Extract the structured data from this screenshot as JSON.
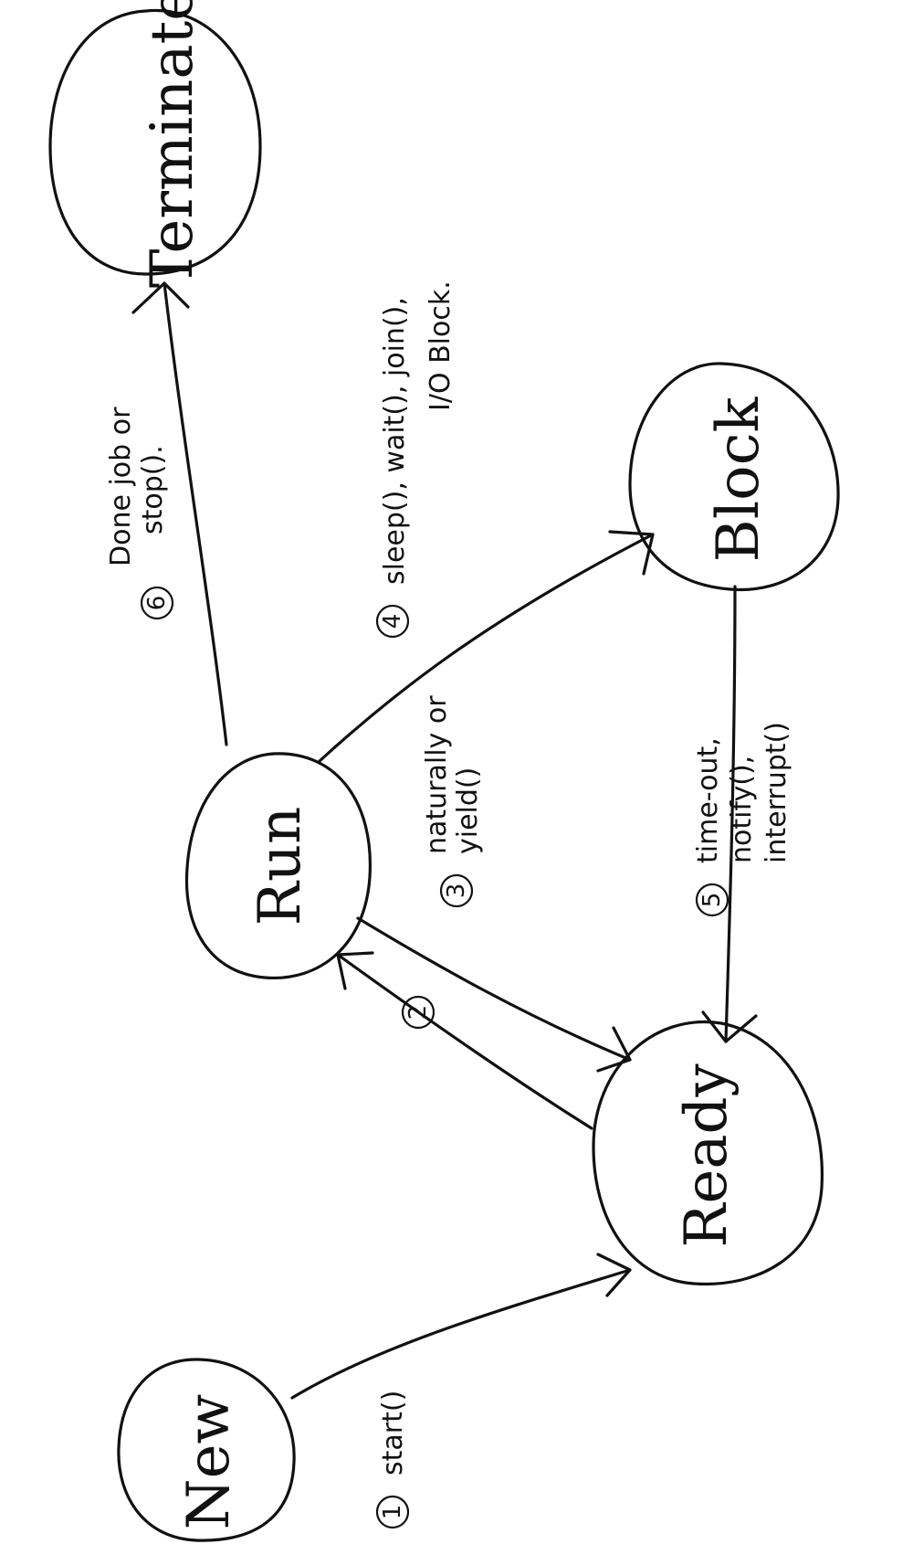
{
  "states": {
    "new": "New",
    "ready": "Ready",
    "run": "Run",
    "block": "Block",
    "terminate": "Terminate"
  },
  "transitions": {
    "t1": {
      "number": "1",
      "lines": [
        "start()"
      ]
    },
    "t2": {
      "number": "2",
      "lines": []
    },
    "t3": {
      "number": "3",
      "lines": [
        "naturally or",
        "yield()"
      ]
    },
    "t4": {
      "number": "4",
      "lines": [
        "sleep(),   wait(),  join(),",
        "I/O Block."
      ]
    },
    "t5": {
      "number": "5",
      "lines": [
        "time-out,",
        "notify(),",
        "interrupt()"
      ]
    },
    "t6": {
      "number": "6",
      "lines": [
        "Done job or",
        "stop()."
      ]
    }
  }
}
